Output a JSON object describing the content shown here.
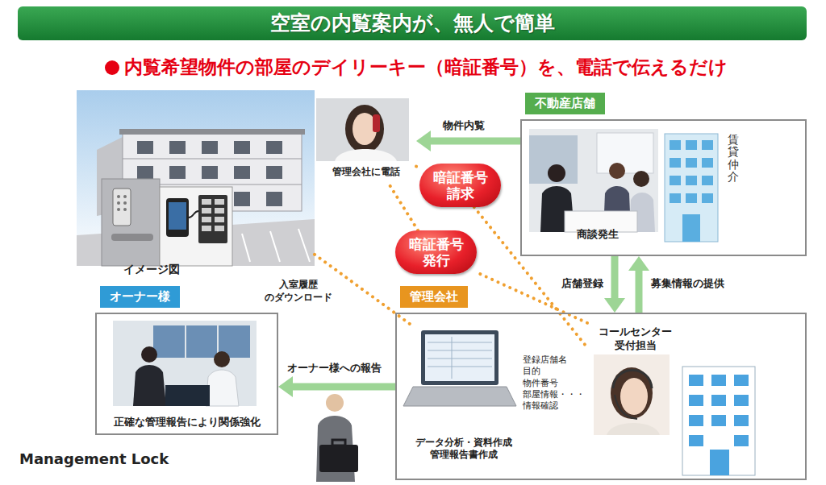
{
  "diagram": {
    "title": "空室の内覧案内が、無人で簡単",
    "nodes": [
      {
        "text": [
          "イメージ図"
        ]
      },
      {
        "text": [
          "管理会社に電話"
        ]
      },
      {
        "text": [
          "不動産店舗"
        ]
      },
      {
        "text": [
          "商談発生"
        ],
        "in": 2
      },
      {
        "text": [
          "賃貸仲介"
        ],
        "in": 2
      },
      {
        "text": [
          "暗証番号 請求"
        ]
      },
      {
        "text": [
          "暗証番号 発行"
        ]
      },
      {
        "text": [
          "オーナー様",
          "正確な管理報告により関係強化"
        ]
      },
      {
        "text": [
          "管理会社"
        ]
      },
      {
        "text": [
          "データ分析・資料作成 管理報告書作成"
        ],
        "in": 8
      },
      {
        "text": [
          "コールセンター 受付担当"
        ],
        "in": 8
      }
    ],
    "edges": [
      {
        "from": 2,
        "to": 1,
        "arrow": "to",
        "label": "物件内覧"
      },
      {
        "from": 1,
        "to": 5,
        "arrow": "none"
      },
      {
        "from": 5,
        "to": 10,
        "arrow": "none"
      },
      {
        "from": 10,
        "to": 6,
        "arrow": "none"
      },
      {
        "from": 6,
        "to": 1,
        "arrow": "none"
      },
      {
        "from": 0,
        "to": 9,
        "arrow": "none",
        "label": "入室履歴 のダウンロード"
      },
      {
        "from": 2,
        "to": 8,
        "arrow": "to",
        "label": "店舗登録"
      },
      {
        "from": 8,
        "to": 2,
        "arrow": "to",
        "label": "募集情報の提供"
      },
      {
        "from": 8,
        "to": 7,
        "arrow": "to",
        "label": "オーナー様への報告"
      }
    ],
    "labels": [
      "内覧希望物件の部屋のデイリーキー（暗証番号）を、電話で伝えるだけ",
      "登録店舗名 目的 物件番号 部屋情報・・・ 情報確認",
      "Management Lock"
    ]
  }
}
